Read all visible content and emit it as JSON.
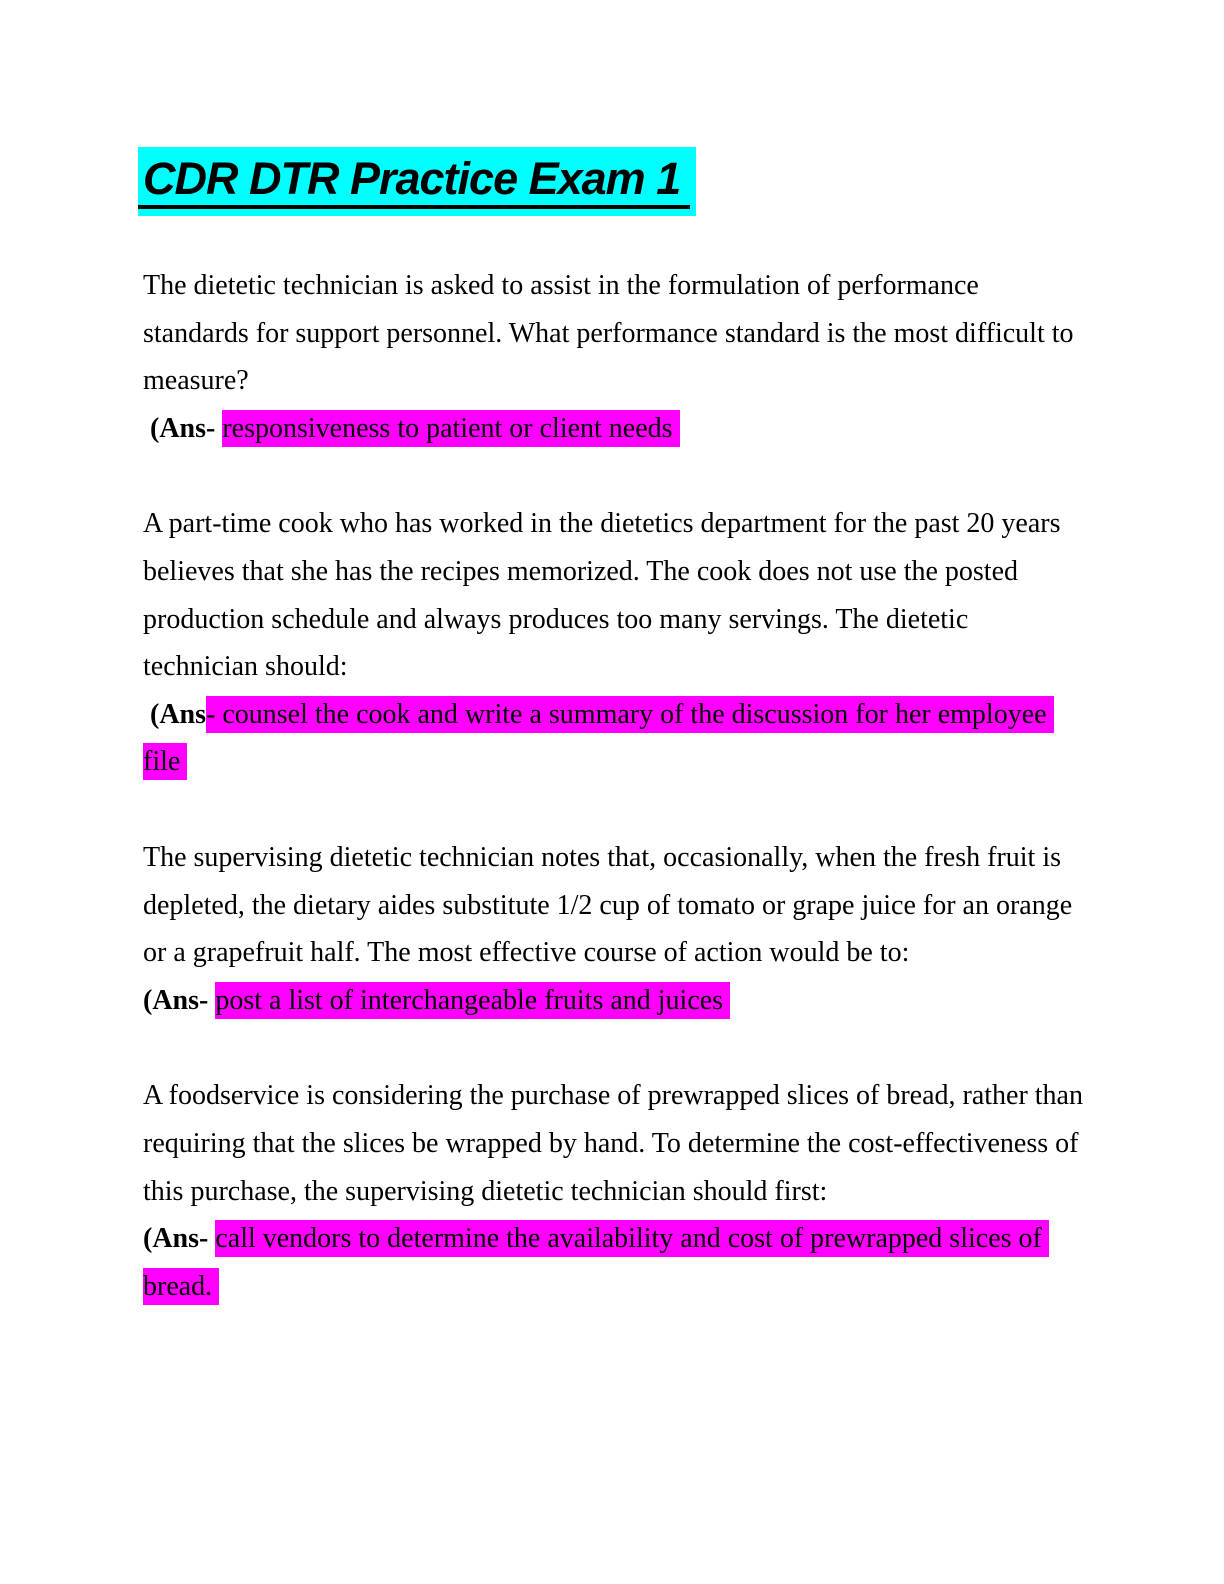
{
  "document": {
    "title": "CDR DTR Practice Exam 1",
    "title_highlight_color": "#00ffff",
    "answer_highlight_color": "#ff00ff",
    "text_color": "#000000",
    "background_color": "#ffffff"
  },
  "questions": [
    {
      "question": "The dietetic technician is asked to assist in the formulation of performance standards for support personnel. What performance standard is the most difficult to measure?",
      "ans_prefix": " (Ans- ",
      "answer": "responsiveness to patient or client needs "
    },
    {
      "question": "A part-time cook who has worked in the dietetics department for the past 20 years believes that she has the recipes memorized. The cook does not use the posted production schedule and always produces too many servings. The dietetic technician should:",
      "ans_prefix": " (Ans",
      "answer": "- counsel the cook and write a summary of the discussion for her employee file "
    },
    {
      "question": "The supervising dietetic technician notes that, occasionally, when the fresh fruit is depleted, the dietary aides substitute 1/2 cup of tomato or grape juice for an orange or a grapefruit half. The most effective course of action would be to:",
      "ans_prefix": "(Ans- ",
      "answer": "post a list of interchangeable fruits and juices "
    },
    {
      "question": "A foodservice is considering the purchase of prewrapped slices of bread, rather than requiring that the slices be wrapped by hand. To determine the cost-effectiveness of this purchase, the supervising dietetic technician should first:",
      "ans_prefix": "(Ans- ",
      "answer": "call vendors to determine the availability and cost of prewrapped slices of bread. "
    }
  ]
}
